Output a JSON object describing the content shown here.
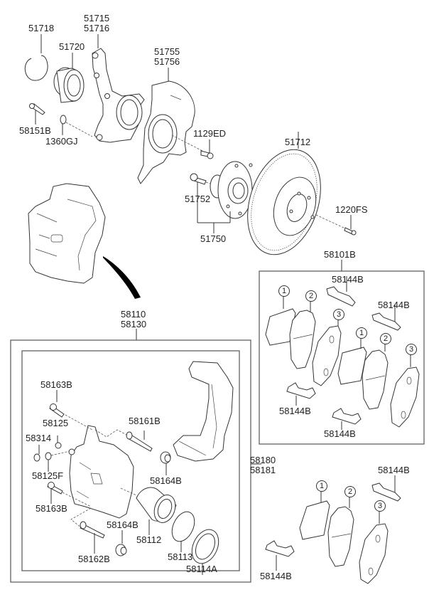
{
  "diagram": {
    "title": "Front Brake Assembly Parts Diagram",
    "labels": {
      "snap_ring": "51718",
      "knuckle": [
        "51715",
        "51716"
      ],
      "bearing": "51720",
      "dust_cover": [
        "51755",
        "51756"
      ],
      "bolt_58151b": "58151B",
      "nut_1360gj": "1360GJ",
      "bolt_1129ed": "1129ED",
      "disc": "51712",
      "hub_bolt": "51752",
      "hub_assy": "51750",
      "screw_1220fs": "1220FS",
      "pad_kit_upper": "58101B",
      "caliper_assy": [
        "58110",
        "58130"
      ],
      "bolt_58163b_top": "58163B",
      "bleeder_cap": "58125",
      "bleeder_cap2": "58314",
      "bleeder_screw": "58125F",
      "bolt_58163b_bottom": "58163B",
      "guide_pin_top": "58161B",
      "boot_top": "58164B",
      "boot_bottom": "58164B",
      "guide_pin_bottom": "58162B",
      "piston": "58112",
      "piston_seal": "58113",
      "piston_boot": "58114A",
      "pad_kit_lower": [
        "58180",
        "58181"
      ],
      "clip_labels": [
        "58144B",
        "58144B",
        "58144B",
        "58144B",
        "58144B",
        "58144B"
      ],
      "pad_callouts_upper_a": [
        "1",
        "2",
        "3"
      ],
      "pad_callouts_upper_b": [
        "1",
        "2",
        "3"
      ],
      "pad_callouts_lower": [
        "1",
        "2",
        "3"
      ]
    }
  }
}
